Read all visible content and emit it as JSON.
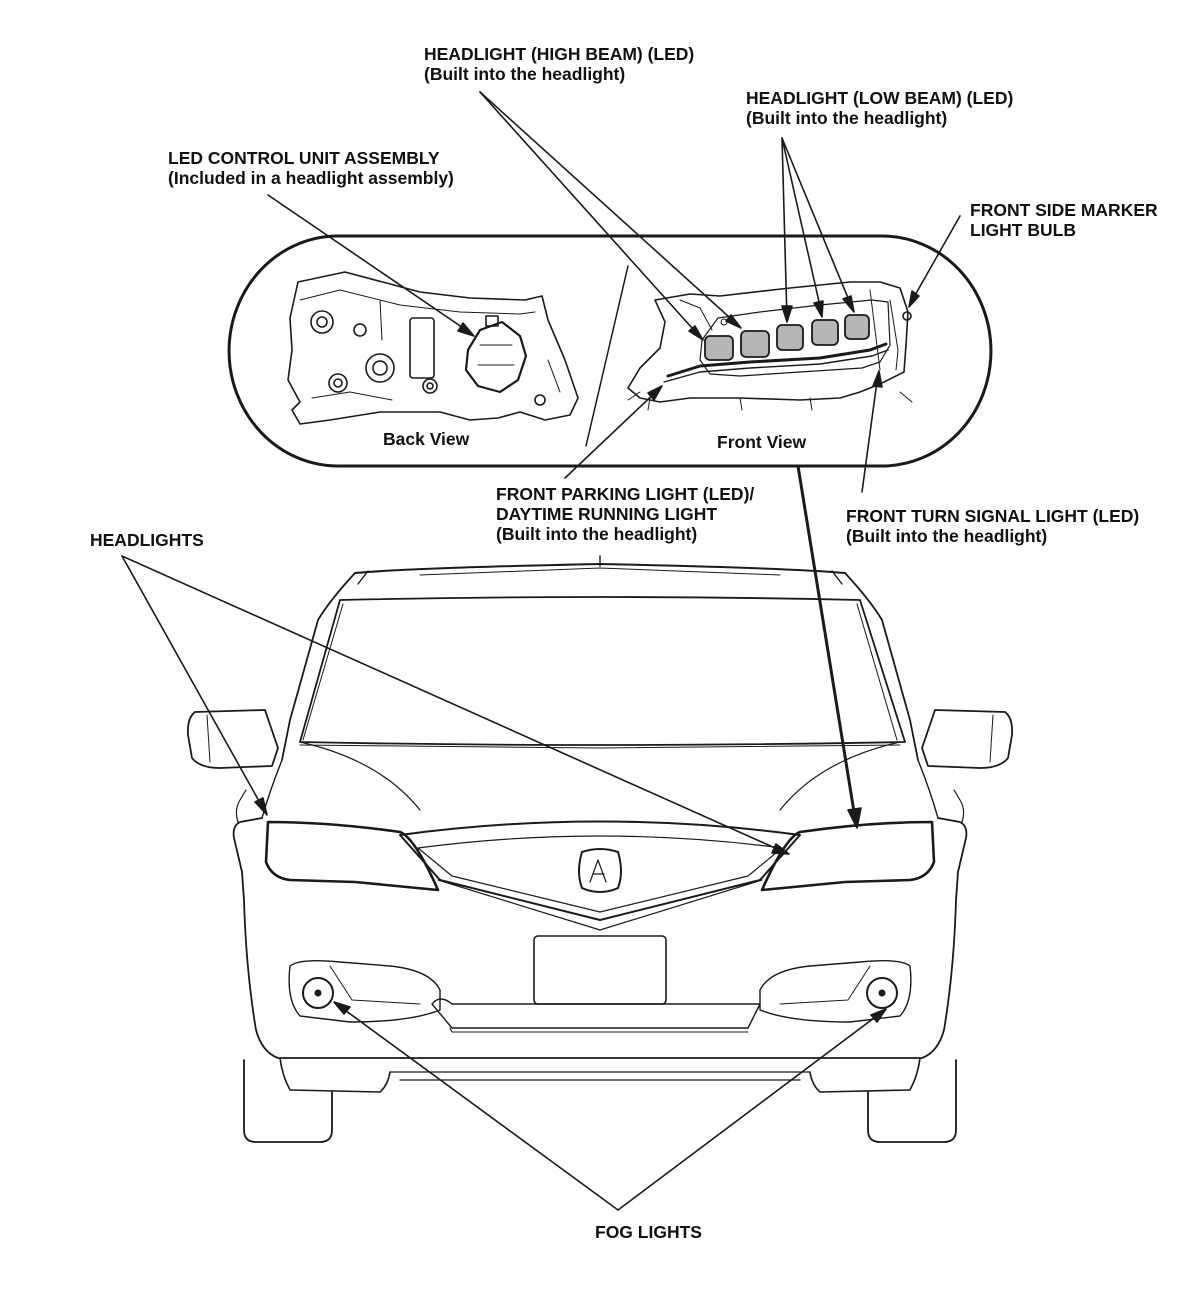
{
  "labels": {
    "high_beam": {
      "line1": "HEADLIGHT (HIGH BEAM) (LED)",
      "line2": "(Built into the headlight)"
    },
    "low_beam": {
      "line1": "HEADLIGHT (LOW BEAM) (LED)",
      "line2": "(Built into the headlight)"
    },
    "led_control": {
      "line1": "LED CONTROL UNIT ASSEMBLY",
      "line2": "(Included in a headlight assembly)"
    },
    "side_marker": {
      "line1": "FRONT SIDE MARKER",
      "line2": "LIGHT BULB"
    },
    "parking_drl": {
      "line1": "FRONT PARKING LIGHT (LED)/",
      "line2": "DAYTIME RUNNING LIGHT",
      "line3": "(Built into the headlight)"
    },
    "turn_signal": {
      "line1": "FRONT TURN SIGNAL LIGHT (LED)",
      "line2": "(Built into the headlight)"
    },
    "headlights": "HEADLIGHTS",
    "fog_lights": "FOG LIGHTS"
  },
  "views": {
    "back": "Back View",
    "front": "Front View"
  },
  "colors": {
    "line": "#1a1a1a",
    "light_line": "#555555",
    "led_fill": "#b5b5b5",
    "headlight_fill": "#ffffff"
  }
}
